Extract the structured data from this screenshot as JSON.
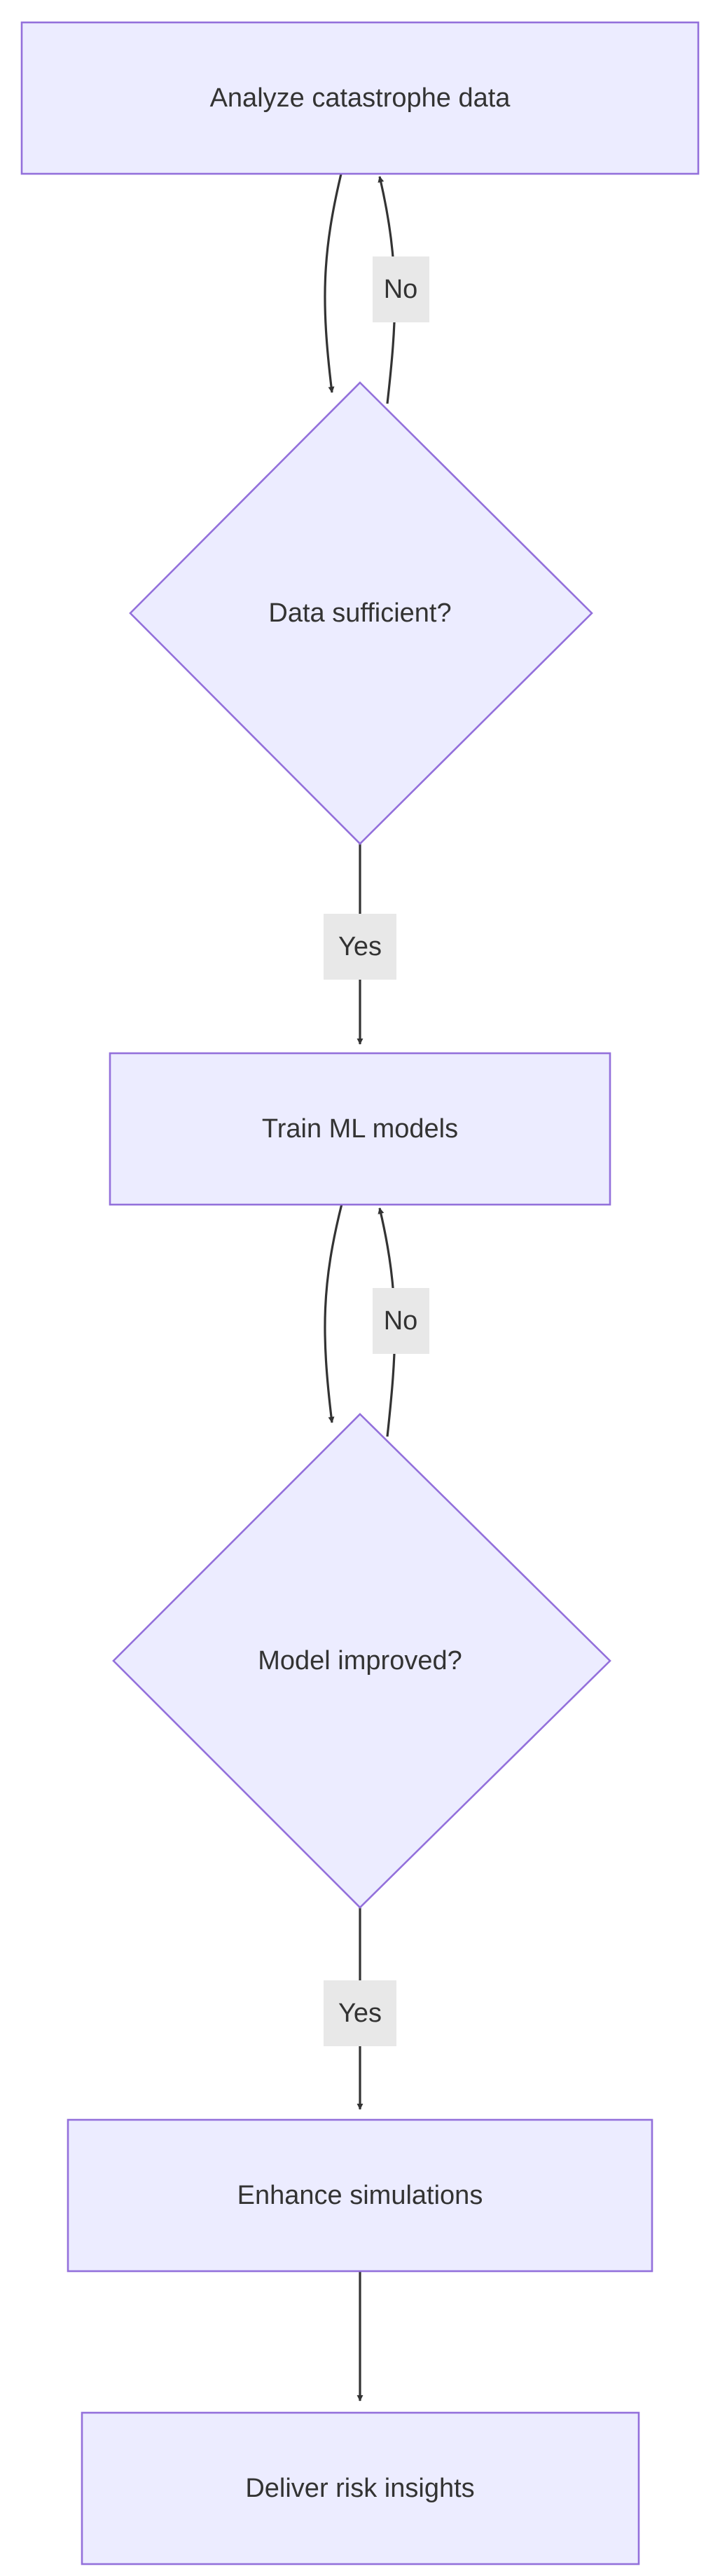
{
  "diagram": {
    "type": "flowchart",
    "direction": "top-down",
    "colors": {
      "node_fill": "#ECECFF",
      "node_stroke": "#9370DB",
      "edge": "#333333",
      "edge_label_bg": "#E8E8E8",
      "text": "#333333"
    },
    "nodes": {
      "analyze": {
        "label": "Analyze catastrophe data",
        "shape": "rectangle"
      },
      "data_check": {
        "label": "Data sufficient?",
        "shape": "diamond"
      },
      "train": {
        "label": "Train ML models",
        "shape": "rectangle"
      },
      "model_check": {
        "label": "Model improved?",
        "shape": "diamond"
      },
      "enhance": {
        "label": "Enhance simulations",
        "shape": "rectangle"
      },
      "deliver": {
        "label": "Deliver risk insights",
        "shape": "rectangle"
      }
    },
    "edges": {
      "analyze_to_data_check": {
        "from": "analyze",
        "to": "data_check",
        "label": ""
      },
      "data_check_no": {
        "from": "data_check",
        "to": "analyze",
        "label": "No"
      },
      "data_check_yes": {
        "from": "data_check",
        "to": "train",
        "label": "Yes"
      },
      "train_to_model_check": {
        "from": "train",
        "to": "model_check",
        "label": ""
      },
      "model_check_no": {
        "from": "model_check",
        "to": "train",
        "label": "No"
      },
      "model_check_yes": {
        "from": "model_check",
        "to": "enhance",
        "label": "Yes"
      },
      "enhance_to_deliver": {
        "from": "enhance",
        "to": "deliver",
        "label": ""
      }
    }
  }
}
